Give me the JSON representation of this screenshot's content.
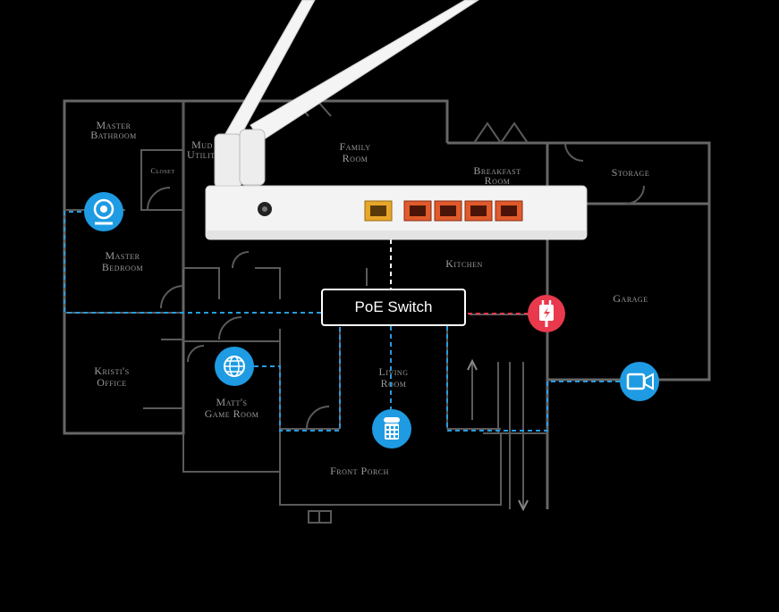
{
  "diagram": {
    "switch_label": "PoE Switch",
    "rooms": {
      "master_bathroom": [
        "Master",
        "Bathroom"
      ],
      "closet": "Closet",
      "mud_utility": [
        "Mud",
        "Utility"
      ],
      "family_room": [
        "Family",
        "Room"
      ],
      "breakfast_room": [
        "Breakfast",
        "Room"
      ],
      "storage": "Storage",
      "master_bedroom": [
        "Master",
        "Bedroom"
      ],
      "kitchen": "Kitchen",
      "garage": "Garage",
      "kristis_office": [
        "Kristi's",
        "Office"
      ],
      "matts_game_room": [
        "Matt's",
        "Game Room"
      ],
      "living_room": [
        "Living",
        "Room"
      ],
      "front_porch": "Front Porch"
    },
    "devices": [
      {
        "name": "webcam-icon",
        "color": "#1e9be2"
      },
      {
        "name": "globe-icon",
        "color": "#1e9be2"
      },
      {
        "name": "voip-phone-icon",
        "color": "#1e9be2"
      },
      {
        "name": "video-camera-icon",
        "color": "#1e9be2"
      },
      {
        "name": "power-plug-icon",
        "color": "#e8394d"
      }
    ],
    "colors": {
      "background": "#000000",
      "link_blue": "#2a9be0",
      "link_red": "#e8394d",
      "port_orange": "#e05a2c",
      "port_yellow": "#e8a72a",
      "router_white": "#f2f2f2"
    }
  }
}
